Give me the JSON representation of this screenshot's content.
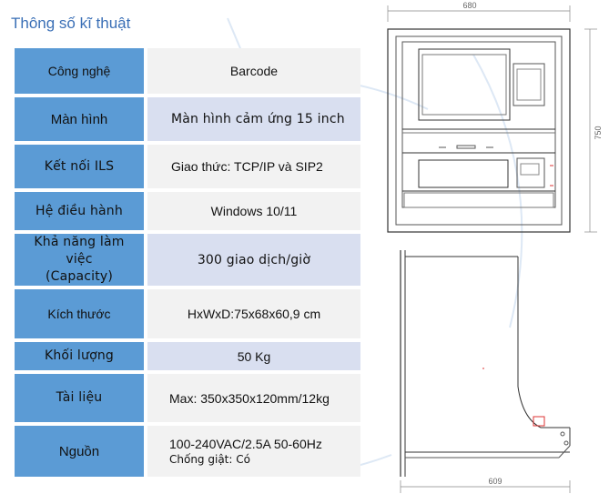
{
  "title": "Thông số kĩ thuật",
  "specs": [
    {
      "label": "Công nghệ",
      "value": "Barcode"
    },
    {
      "label": "Màn hình",
      "value": "Màn hình cảm ứng 15 inch"
    },
    {
      "label": "Kết nối ILS",
      "value": "Giao thức: TCP/IP và SIP2"
    },
    {
      "label": "Hệ điều hành",
      "value": "Windows 10/11"
    },
    {
      "label": "Khả năng làm việc (Capacity)",
      "value": "300 giao dịch/giờ"
    },
    {
      "label": "Kích thước",
      "value": "HxWxD:75x68x60,9 cm"
    },
    {
      "label": "Khối lượng",
      "value": "50 Kg"
    },
    {
      "label": "Tài liệu",
      "value": "Max: 350x350x120mm/12kg"
    },
    {
      "label": "Nguồn",
      "value": "100-240VAC/2.5A 50-60Hz",
      "value2": "Chống giật: Có"
    }
  ],
  "drawing": {
    "width_label": "680",
    "height_label": "750",
    "depth_label": "609"
  },
  "colors": {
    "label_bg": "#5b9bd5",
    "row_light": "#f2f2f2",
    "row_alt": "#d9dff0",
    "title": "#3a6fb6"
  }
}
